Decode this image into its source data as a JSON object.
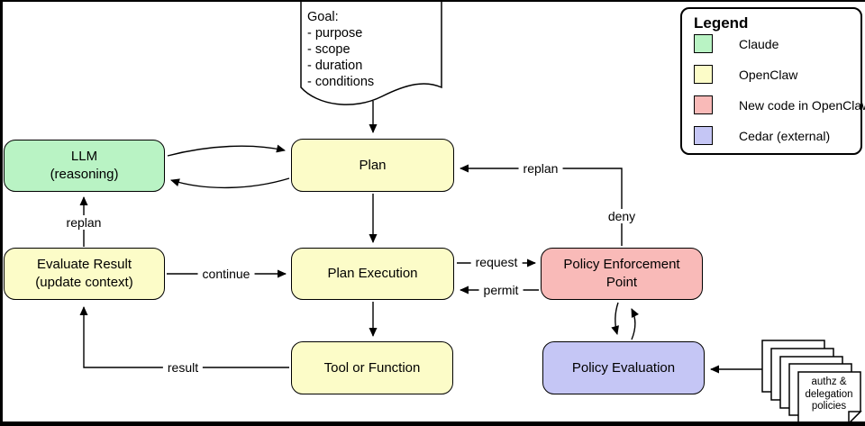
{
  "goal_note": {
    "text": "Goal:\n- purpose\n- scope\n- duration\n- conditions"
  },
  "nodes": {
    "llm": {
      "label": "LLM\n(reasoning)",
      "color_key": "claude"
    },
    "plan": {
      "label": "Plan",
      "color_key": "openclaw"
    },
    "evaluate": {
      "label": "Evaluate Result\n(update context)",
      "color_key": "openclaw"
    },
    "plan_execution": {
      "label": "Plan Execution",
      "color_key": "openclaw"
    },
    "pep": {
      "label": "Policy Enforcement\nPoint",
      "color_key": "new_code"
    },
    "tool": {
      "label": "Tool or Function",
      "color_key": "openclaw"
    },
    "policy_evaluation": {
      "label": "Policy Evaluation",
      "color_key": "cedar"
    }
  },
  "edge_labels": {
    "replan_left": "replan",
    "continue": "continue",
    "request": "request",
    "permit": "permit",
    "result": "result",
    "deny": "deny",
    "replan_right": "replan"
  },
  "policies_note": {
    "text": "authz &\ndelegation\npolicies"
  },
  "legend": {
    "title": "Legend",
    "items": [
      {
        "label": "Claude",
        "color": "#b9f3c4"
      },
      {
        "label": "OpenClaw",
        "color": "#fcfcc8"
      },
      {
        "label": "New code in OpenClaw",
        "color": "#f9bab8"
      },
      {
        "label": "Cedar (external)",
        "color": "#c5c6f5"
      }
    ]
  },
  "colors": {
    "claude": "#b9f3c4",
    "openclaw": "#fcfcc8",
    "new_code": "#f9bab8",
    "cedar": "#c5c6f5",
    "line": "#000000"
  }
}
